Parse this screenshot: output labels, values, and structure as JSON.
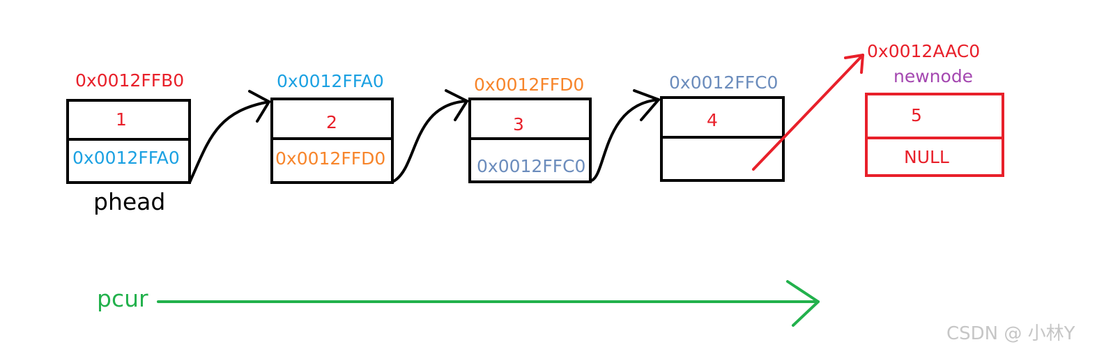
{
  "colors": {
    "black": "#000000",
    "red": "#e8202a",
    "blue": "#1ba1e2",
    "orange": "#f7852b",
    "steel": "#6b8cbc",
    "purple": "#a447b0",
    "green": "#22b14c",
    "watermark": "#c6c6c6"
  },
  "nodes": [
    {
      "address": "0x0012FFB0",
      "value": "1",
      "next": "0x0012FFA0",
      "label": "phead"
    },
    {
      "address": "0x0012FFA0",
      "value": "2",
      "next": "0x0012FFD0"
    },
    {
      "address": "0x0012FFD0",
      "value": "3",
      "next": "0x0012FFC0"
    },
    {
      "address": "0x0012FFC0",
      "value": "4",
      "next": ""
    }
  ],
  "newnode": {
    "address": "0x0012AAC0",
    "label": "newnode",
    "value": "5",
    "next": "NULL"
  },
  "pointer": {
    "label": "pcur"
  },
  "watermark": "CSDN @ 小林Y"
}
